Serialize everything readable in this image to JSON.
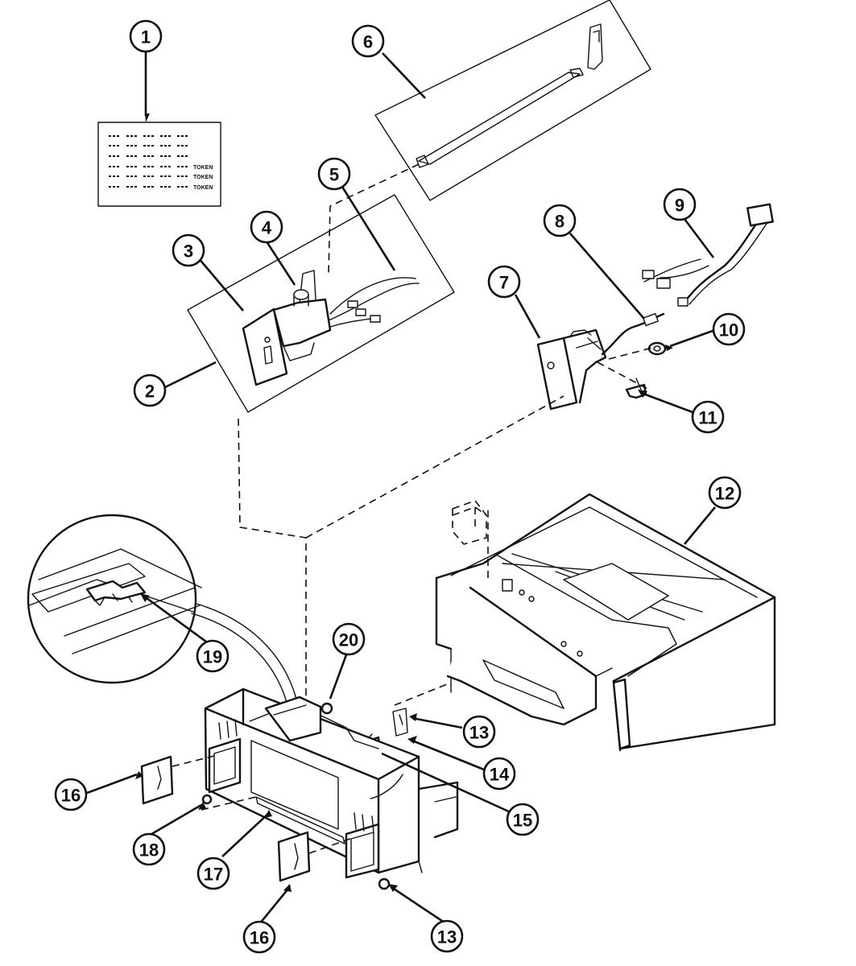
{
  "callouts": [
    {
      "id": "1",
      "label": "1"
    },
    {
      "id": "2",
      "label": "2"
    },
    {
      "id": "3",
      "label": "3"
    },
    {
      "id": "4",
      "label": "4"
    },
    {
      "id": "5",
      "label": "5"
    },
    {
      "id": "6",
      "label": "6"
    },
    {
      "id": "7",
      "label": "7"
    },
    {
      "id": "8",
      "label": "8"
    },
    {
      "id": "9",
      "label": "9"
    },
    {
      "id": "10",
      "label": "10"
    },
    {
      "id": "11",
      "label": "11"
    },
    {
      "id": "12",
      "label": "12"
    },
    {
      "id": "13a",
      "label": "13"
    },
    {
      "id": "13b",
      "label": "13"
    },
    {
      "id": "14",
      "label": "14"
    },
    {
      "id": "15",
      "label": "15"
    },
    {
      "id": "16a",
      "label": "16"
    },
    {
      "id": "16b",
      "label": "16"
    },
    {
      "id": "17",
      "label": "17"
    },
    {
      "id": "18",
      "label": "18"
    },
    {
      "id": "19",
      "label": "19"
    },
    {
      "id": "20",
      "label": "20"
    }
  ],
  "decal": {
    "token_labels": [
      "TOKEN",
      "TOKEN",
      "TOKEN"
    ]
  }
}
